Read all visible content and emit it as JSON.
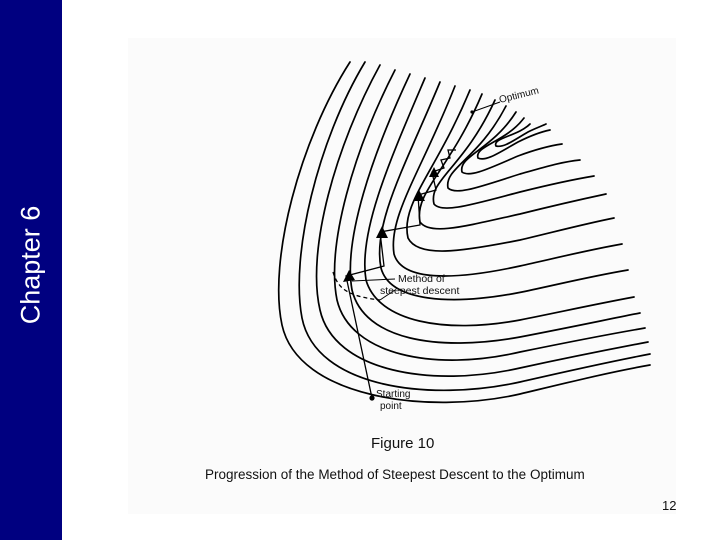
{
  "sidebar": {
    "title": "Chapter 6",
    "color": "#000080"
  },
  "figure": {
    "optimum_label": "Optimum",
    "method_label_line1": "Method of",
    "method_label_line2": "steepest descent",
    "start_label_line1": "Starting",
    "start_label_line2": "point",
    "number": "Figure 10",
    "caption": "Progression of the Method of Steepest Descent to the Optimum"
  },
  "page_number": "12"
}
